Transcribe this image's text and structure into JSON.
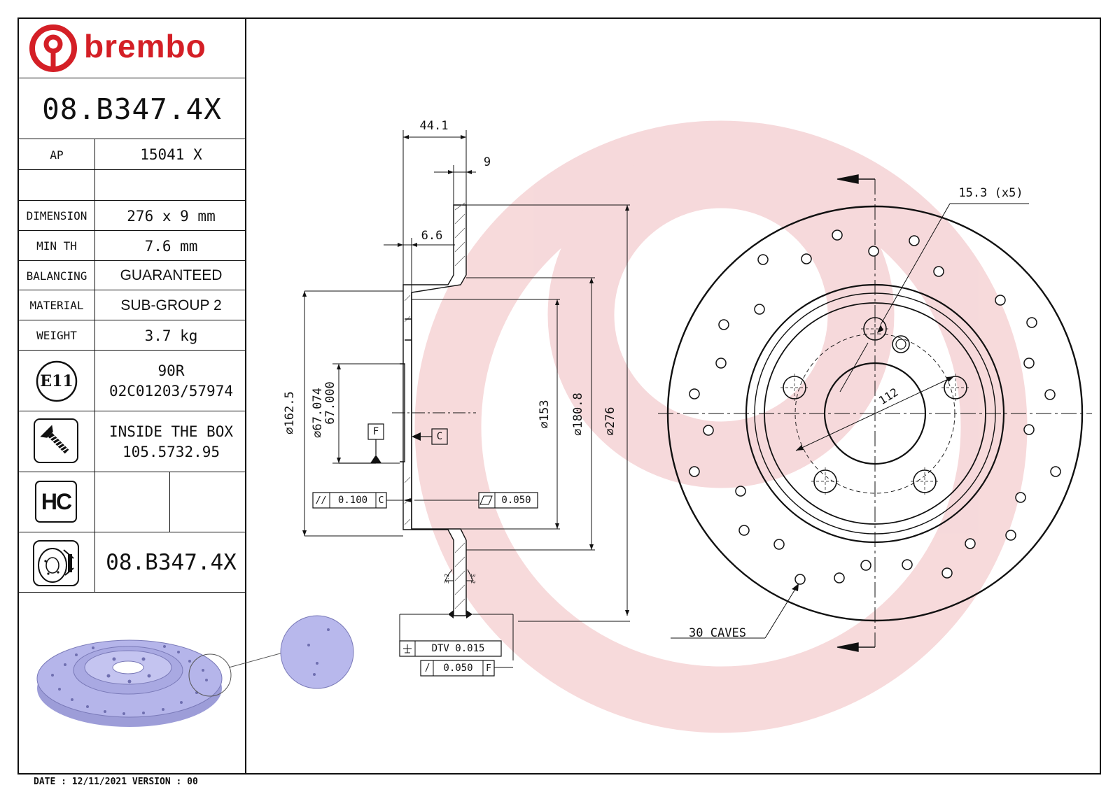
{
  "brand": {
    "name": "brembo",
    "color": "#d41f26"
  },
  "part_number": "08.B347.4X",
  "specs": [
    {
      "label": "AP",
      "value": "15041 X"
    },
    {
      "label": "",
      "value": ""
    },
    {
      "label": "DIMENSION",
      "value": "276 x 9 mm"
    },
    {
      "label": "MIN TH",
      "value": "7.6 mm"
    },
    {
      "label": "BALANCING",
      "value": "GUARANTEED"
    },
    {
      "label": "MATERIAL",
      "value": "SUB-GROUP 2"
    },
    {
      "label": "WEIGHT",
      "value": "3.7 kg"
    }
  ],
  "approval": {
    "mark": "E11",
    "line1": "90R",
    "line2": "02C01203/57974"
  },
  "screws": {
    "line1": "INSIDE THE BOX",
    "line2": "105.5732.95"
  },
  "hc_badge": "HC",
  "bottom_part_number": "08.B347.4X",
  "footer": {
    "text": "DATE : 12/11/2021 VERSION : 00"
  },
  "side_view": {
    "dim_overall_width": "44.1",
    "dim_thickness": "9",
    "dim_hat": "6.6",
    "dia_162": "⌀162.5",
    "dia_67_upper": "⌀67.074",
    "dia_67_lower": "67.000",
    "dia_153": "⌀153",
    "dia_180": "⌀180.8",
    "dia_276": "⌀276",
    "datum_f": "F",
    "datum_c": "C",
    "parallelism_symbol": "//",
    "parallelism_value": "0.100",
    "parallelism_datum": "C",
    "flatness_value": "0.050",
    "dtv_label": "DTV 0.015",
    "runout_value": "0.050",
    "runout_datum": "F",
    "roughness_left": "3.2",
    "roughness_right": "3.2"
  },
  "front_view": {
    "hole_callout": "15.3 (x5)",
    "pcd": "112",
    "caves": "30 CAVES"
  },
  "colors": {
    "watermark": "#f2c7c9",
    "disc_blue": "#b3b3e8",
    "line": "#111111"
  }
}
